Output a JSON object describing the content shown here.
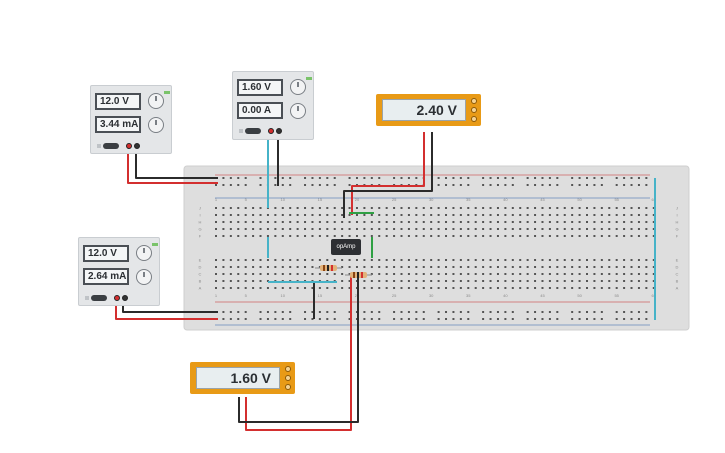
{
  "supplies": [
    {
      "voltage": "12.0 V",
      "current": "3.44 mA"
    },
    {
      "voltage": "1.60 V",
      "current": "0.00 A"
    },
    {
      "voltage": "12.0 V",
      "current": "2.64 mA"
    }
  ],
  "meters": [
    {
      "reading": "2.40 V"
    },
    {
      "reading": "1.60 V"
    }
  ],
  "chip_label": "opAmp",
  "breadboard": {
    "col_numbers": [
      "1",
      "5",
      "10",
      "15",
      "20",
      "25",
      "30",
      "35",
      "40",
      "45",
      "50",
      "55",
      "60"
    ],
    "row_letters_top": [
      "J",
      "I",
      "H",
      "G",
      "F"
    ],
    "row_letters_bottom": [
      "E",
      "D",
      "C",
      "B",
      "A"
    ]
  },
  "colors": {
    "wire_red": "#d32f2f",
    "wire_black": "#2b2b2b",
    "wire_teal": "#46b3c8",
    "wire_green": "#2ea043",
    "meter": "#e89a16",
    "board": "#dcdcdc"
  }
}
